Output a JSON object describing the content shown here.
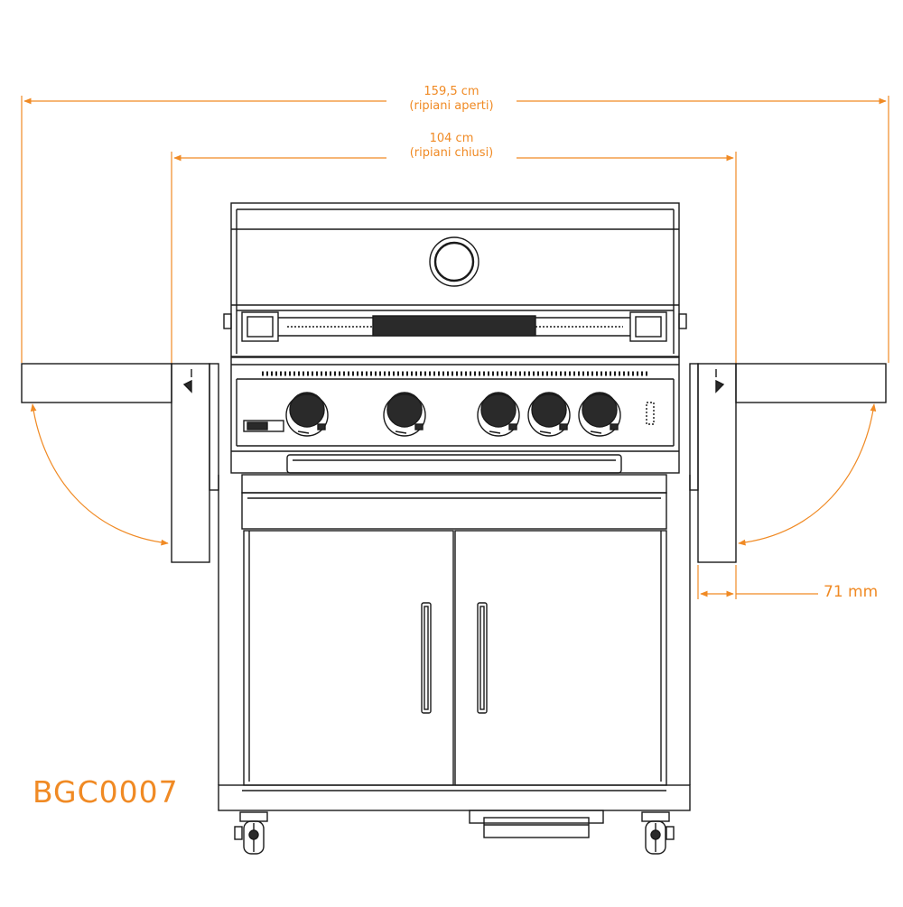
{
  "colors": {
    "accent": "#F08A24",
    "line": "#1a1a1a",
    "shade": "#2a2a2a"
  },
  "dimensions": {
    "open_width": {
      "value": "159,5 cm",
      "note": "(ripiani aperti)"
    },
    "closed_width": {
      "value": "104 cm",
      "note": "(ripiani chiusi)"
    },
    "folded_shelf_depth": {
      "value": "71 mm"
    }
  },
  "product": {
    "code": "BGC0007"
  }
}
